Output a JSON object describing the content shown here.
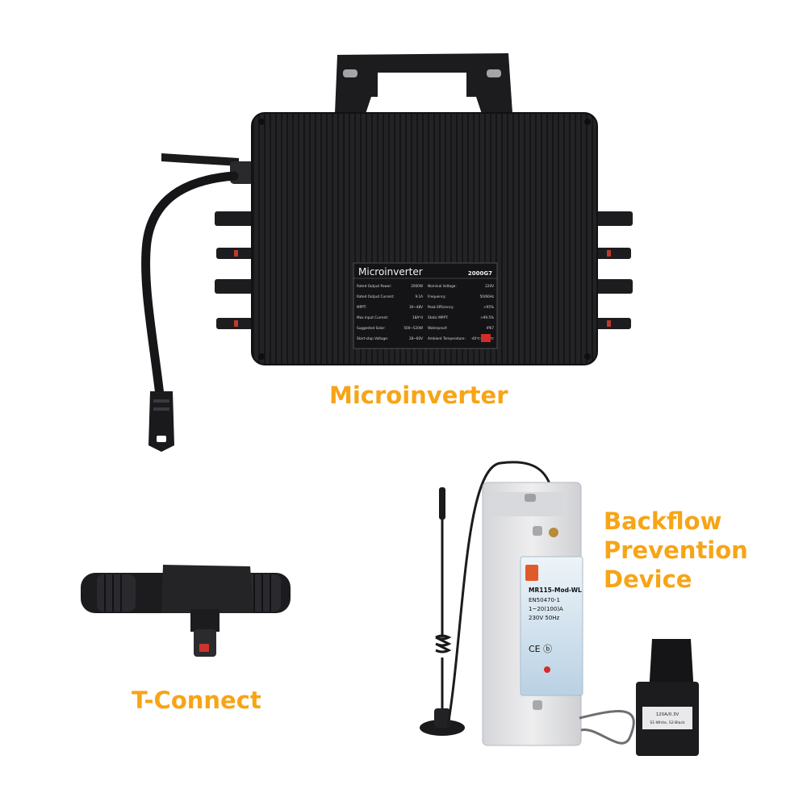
{
  "captions": {
    "microinverter": "Microinverter",
    "t_connect": "T-Connect",
    "backflow_line1": "Backflow",
    "backflow_line2": "Prevention",
    "backflow_line3": "Device"
  },
  "microinverter_label": {
    "title": "Microinverter",
    "model": "2000G7",
    "specs_left": [
      {
        "k": "Rated Output Power:",
        "v": "2000W"
      },
      {
        "k": "Rated Output Current:",
        "v": "9.1A"
      },
      {
        "k": "MPPT:",
        "v": "30~48V"
      },
      {
        "k": "Max Input Current:",
        "v": "18A*4"
      },
      {
        "k": "Suggested Solar:",
        "v": "500~520W"
      },
      {
        "k": "Start-stop Voltage:",
        "v": "28~60V"
      }
    ],
    "specs_right": [
      {
        "k": "Nominal Voltage:",
        "v": "220V"
      },
      {
        "k": "Frequency:",
        "v": "50/60Hz"
      },
      {
        "k": "Peak Efficiency:",
        "v": ">95%"
      },
      {
        "k": "Static MPPT:",
        "v": ">99.5%"
      },
      {
        "k": "Waterproof:",
        "v": "IP67"
      },
      {
        "k": "Ambient Temperature:",
        "v": "-40℃~+65℃"
      }
    ]
  },
  "meter_label": {
    "model": "MR115-Mod-WL",
    "standard": "EN50470-1",
    "current": "1~20(100)A",
    "voltage_freq": "230V  50Hz",
    "marks": "CE ⓑ"
  },
  "ct_label": {
    "line1": "120A/0.3V",
    "line2": "S1-White, S2-Black"
  },
  "colors": {
    "caption": "#f7a416",
    "device_black": "#1f1f21",
    "meter_grey": "#e6e6e8",
    "meter_label_blue": "#c9dcea"
  }
}
